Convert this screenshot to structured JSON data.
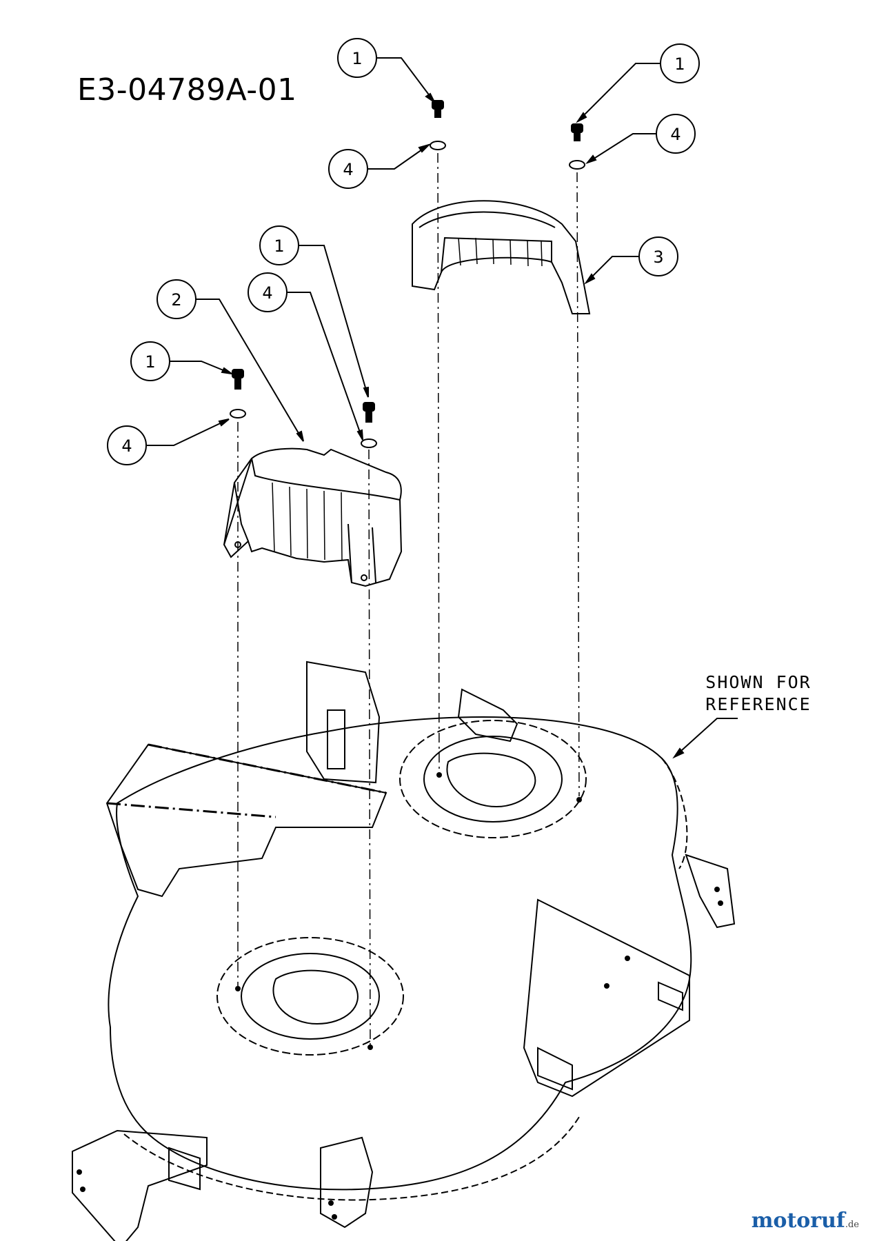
{
  "drawing_number": "E3-04789A-01",
  "reference_note": [
    "SHOWN FOR",
    "REFERENCE"
  ],
  "callouts": [
    {
      "id": "c1a",
      "label": "1"
    },
    {
      "id": "c1b",
      "label": "1"
    },
    {
      "id": "c4a",
      "label": "4"
    },
    {
      "id": "c4b",
      "label": "4"
    },
    {
      "id": "c3",
      "label": "3"
    },
    {
      "id": "c1c",
      "label": "1"
    },
    {
      "id": "c4c",
      "label": "4"
    },
    {
      "id": "c2",
      "label": "2"
    },
    {
      "id": "c1d",
      "label": "1"
    },
    {
      "id": "c4d",
      "label": "4"
    }
  ],
  "watermark": {
    "text": "motoruf",
    "suffix": ".de"
  },
  "colors": {
    "line": "#000000",
    "logo_blue": "#1a5ea8"
  }
}
